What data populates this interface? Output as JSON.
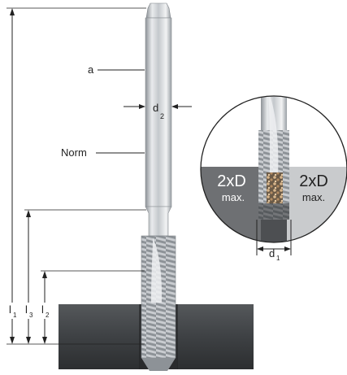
{
  "labels": {
    "a": "a",
    "norm": "Norm",
    "d2": "d",
    "d2_sub": "2",
    "d1": "d",
    "d1_sub": "1",
    "l1": "l",
    "l1_sub": "1",
    "l2": "l",
    "l2_sub": "2",
    "l3": "l",
    "l3_sub": "3"
  },
  "detail": {
    "left_value": "2xD",
    "left_unit": "max.",
    "right_value": "2xD",
    "right_unit": "max."
  },
  "colors": {
    "line": "#222222",
    "steel_light": "#e6e8ea",
    "steel_mid": "#b9bdc1",
    "steel_dark": "#8a8f94",
    "workpiece": "#4a4d50",
    "workpiece_dark": "#2f3133",
    "chips": "#b8926a",
    "circle_grey": "#6e7073",
    "circle_light": "#c9cbcd"
  }
}
